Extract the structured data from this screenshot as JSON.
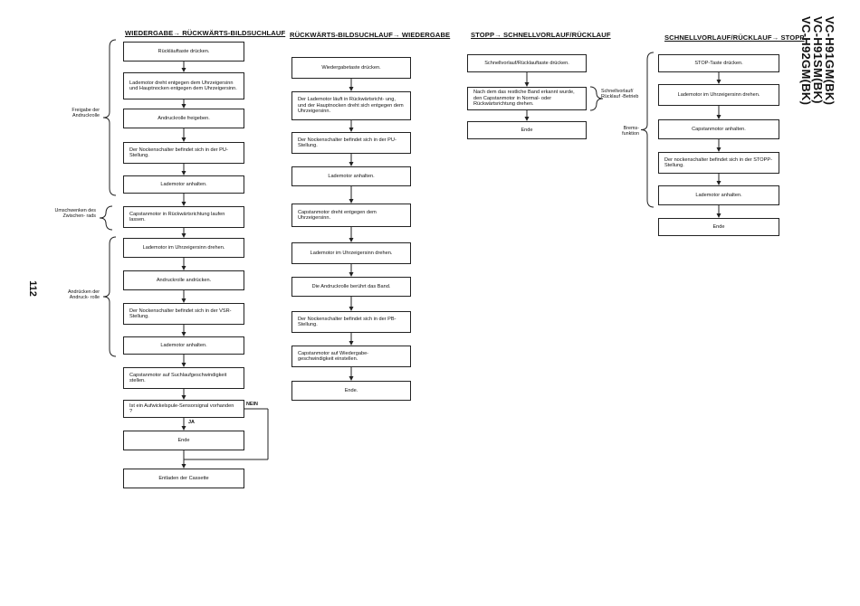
{
  "page_number": "112",
  "models": [
    "VC-H91GM(BK)",
    "VC-H91SM(BK)",
    "VC-H92GM(BK)"
  ],
  "col1": {
    "title": "WIEDERGABE→ RÜCKWÄRTS-BILDSUCHLAUF",
    "steps": [
      "Rückläuftaste drücken.",
      "Lademotor dreht entgegen dem Uhrzeigersinn und Hauptnocken entgegen dem Uhrzeigersinn.",
      "Andruckrolle freigeben.",
      "Der Nockenschalter befindet sich in der PU-Stellung.",
      "Lademotor anhalten.",
      "Capstanmotor in Rückwärtsrichtung laufen lassen.",
      "Lademotor im Uhrzeigersinn drehen.",
      "Andruckrolle andrücken.",
      "Der Nockenschalter befindet sich in der VSR-Stellung.",
      "Lademotor anhalten.",
      "Capstanmotor auf Suchlaufgeschwindigkeit stellen.",
      "Ist ein Aufwickelspule-Sensorsignal vorhanden ?",
      "Ende",
      "Entladen der Cassette"
    ],
    "yes_label": "JA",
    "no_label": "NEIN",
    "side_labels": [
      "Freigabe der Andruckrolle",
      "Umschwenken des Zwischen- rads",
      "Andrücken der Andruck- rolle"
    ]
  },
  "col2": {
    "title": "RÜCKWÄRTS-BILDSUCHLAUF→ WIEDERGABE",
    "steps": [
      "Wiedergabetaste drücken.",
      "Der Lademotor läuft in Rückwärtsricht- ung, und der Hauptnocken dreht sich entgegen dem Uhrzeigersinn.",
      "Der Nockenschalter befindet sich in der PU-Stellung.",
      "Lademotor anhalten.",
      "Capstanmotor dreht entgegen dem Uhrzeigersinn.",
      "Lademotor im Uhrzeigersinn drehen.",
      "Die Andruckrolle berührt das Band.",
      "Der Nockenschalter befindet sich in der PB-Stellung.",
      "Capstanmotor auf Wiedergabe- geschwindigkeit einstellen.",
      "Ende."
    ]
  },
  "col3": {
    "title": "STOPP→ SCHNELLVORLAUF/RÜCKLAUF",
    "steps": [
      "Schnellvorlauf/Rücklauftaste drücken.",
      "Nach dem das restliche Band erkannt wurde, den Capstanmotor in Normal- oder Rückwärtsrichtung drehen.",
      "Ende"
    ],
    "side_label": "Schnellvorlauf/ Rücklauf -Betrieb"
  },
  "col4": {
    "title": "SCHNELLVORLAUF/RÜCKLAUF→ STOPP",
    "steps": [
      "STOP-Taste drücken.",
      "Lademotor im Uhrzeigersinn drehen.",
      "Capstanmotor anhalten.",
      "Der nockenschalter befindet sich in der STOPP-Stellung.",
      "Lademotor anhalten.",
      "Ende"
    ],
    "side_label": "Brems- funktion"
  }
}
